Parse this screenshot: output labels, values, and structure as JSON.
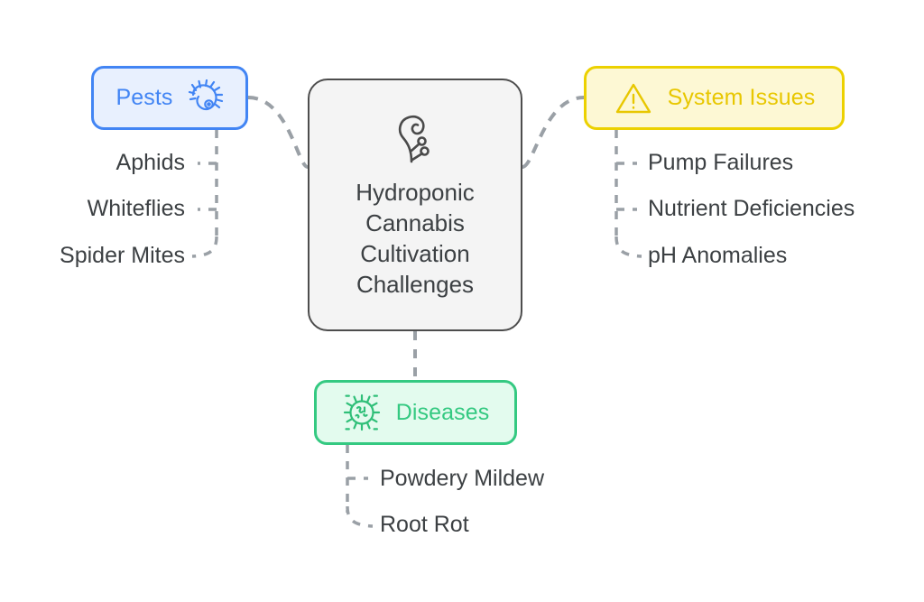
{
  "diagram": {
    "type": "mind-map",
    "background_color": "#ffffff",
    "central": {
      "title": "Hydroponic Cannabis Cultivation Challenges",
      "lines": [
        "Hydroponic",
        "Cannabis",
        "Cultivation",
        "Challenges"
      ],
      "icon": "sprout-icon",
      "fill": "#f4f4f4",
      "border": "#4d4d4d",
      "text_color": "#3c4043"
    },
    "branches": [
      {
        "id": "pests",
        "label": "Pests",
        "icon": "caterpillar-icon",
        "position": "left",
        "fill": "#e8f0fe",
        "border": "#4285f4",
        "text_color": "#4285f4",
        "children": [
          "Aphids",
          "Whiteflies",
          "Spider Mites"
        ]
      },
      {
        "id": "system-issues",
        "label": "System Issues",
        "icon": "warning-triangle-icon",
        "position": "right",
        "fill": "#fdf8d4",
        "border": "#ecd100",
        "text_color": "#e8c700",
        "children": [
          "Pump Failures",
          "Nutrient Deficiencies",
          "pH Anomalies"
        ]
      },
      {
        "id": "diseases",
        "label": "Diseases",
        "icon": "virus-icon",
        "position": "bottom",
        "fill": "#e3fbee",
        "border": "#34c981",
        "text_color": "#34c981",
        "children": [
          "Powdery Mildew",
          "Root Rot"
        ]
      }
    ],
    "connector": {
      "style": "dashed",
      "color": "#9aa0a6"
    }
  }
}
